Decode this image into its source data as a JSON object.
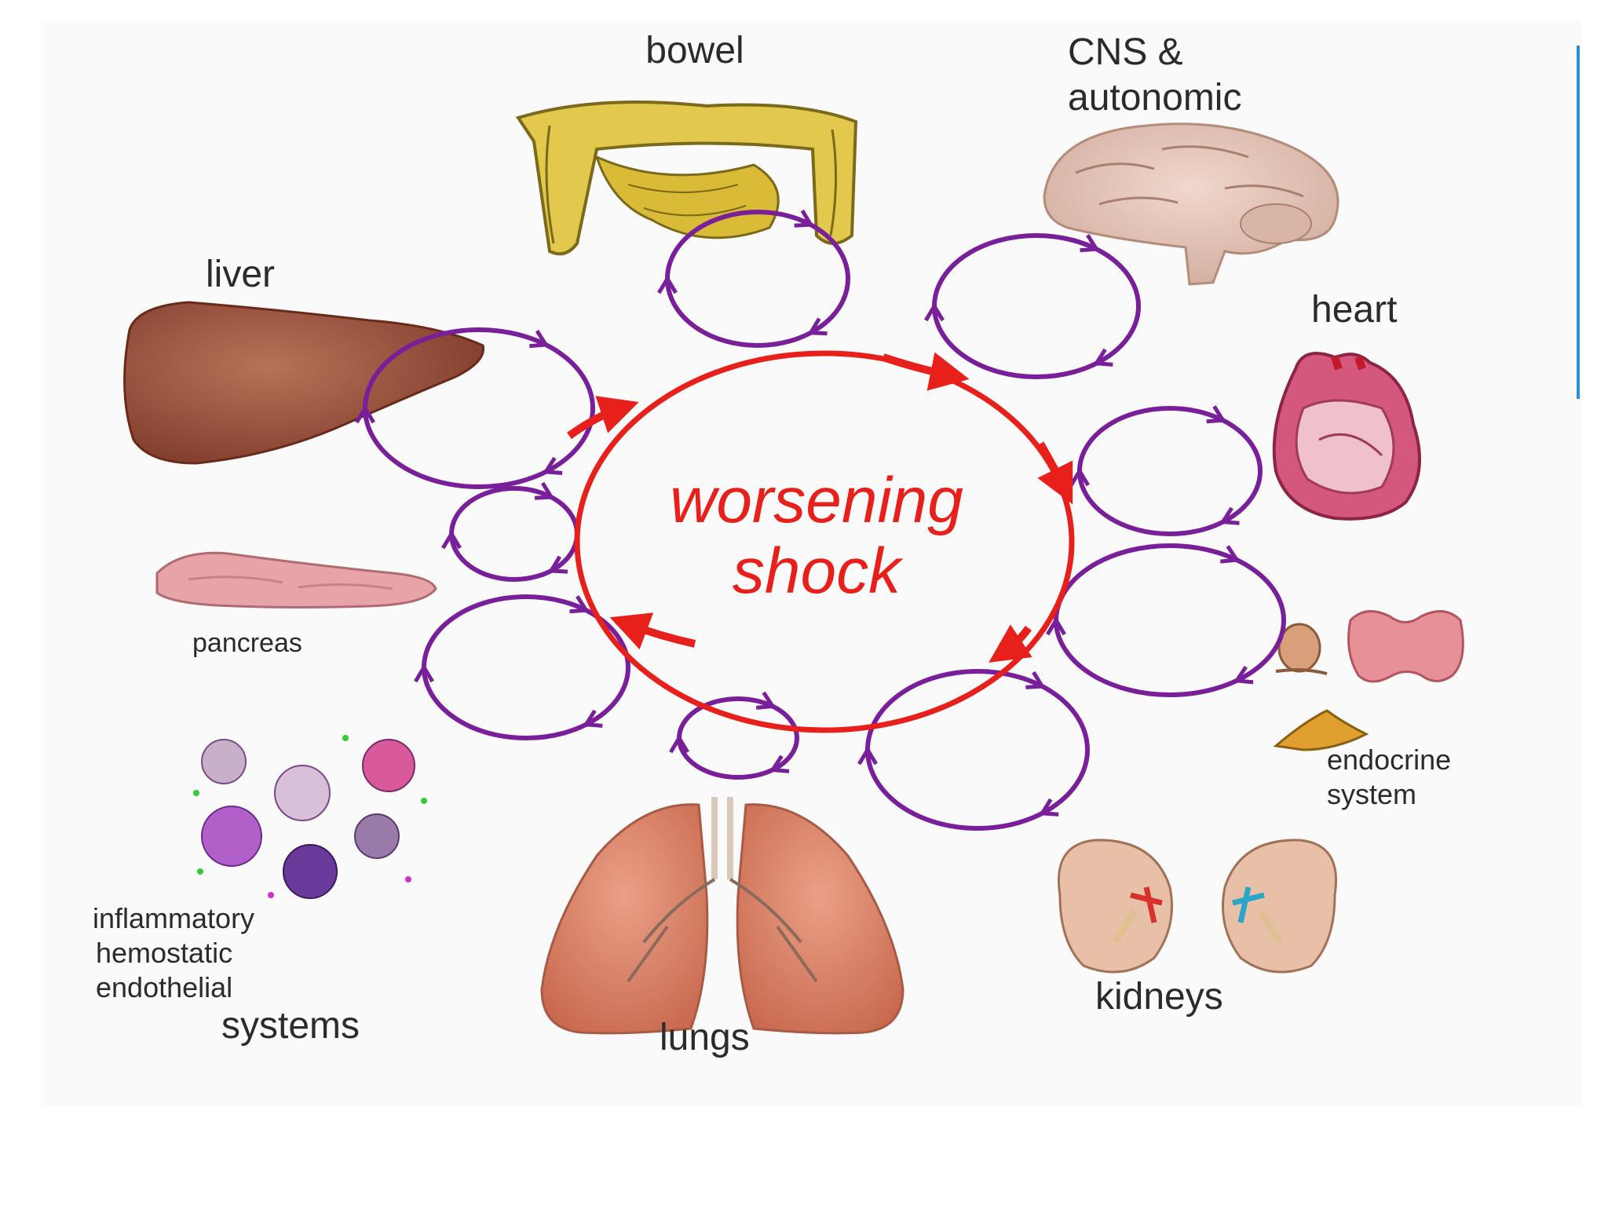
{
  "center": {
    "line1": "worsening",
    "line2": "shock",
    "color": "#e8201c"
  },
  "loop_color": "#7a1f9a",
  "organs": {
    "bowel": "bowel",
    "cns_line1": "CNS &",
    "cns_line2": "autonomic",
    "heart": "heart",
    "liver": "liver",
    "pancreas": "pancreas",
    "endocrine_line1": "endocrine",
    "endocrine_line2": "system",
    "kidneys": "kidneys",
    "lungs": "lungs",
    "systems_line1": "inflammatory",
    "systems_line2": "hemostatic",
    "systems_line3": "endothelial",
    "systems_line4": "systems"
  }
}
